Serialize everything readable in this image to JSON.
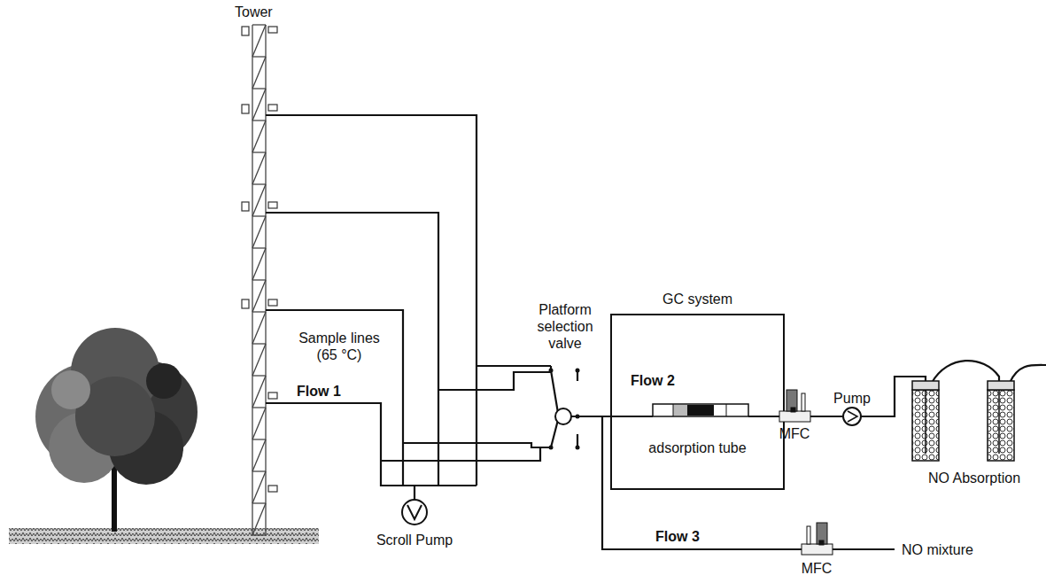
{
  "diagram": {
    "nodes": [
      {
        "text": [
          "GC system"
        ]
      },
      {
        "text": [
          "adsorption tube"
        ],
        "in": 0
      }
    ],
    "labels": [
      "Tower",
      "Sample lines (65 °C)",
      "Flow 1",
      "Platform selection valve",
      "Flow 2",
      "MFC",
      "Pump",
      "NO Absorption",
      "Flow 3",
      "MFC",
      "NO mixture",
      "Scroll Pump"
    ]
  }
}
